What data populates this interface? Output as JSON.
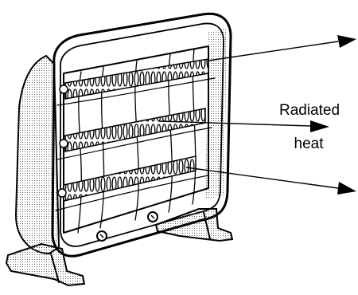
{
  "figure": {
    "subject": "electric-radiant-heater",
    "label_line1": "Radiated",
    "label_line2": "heat"
  }
}
